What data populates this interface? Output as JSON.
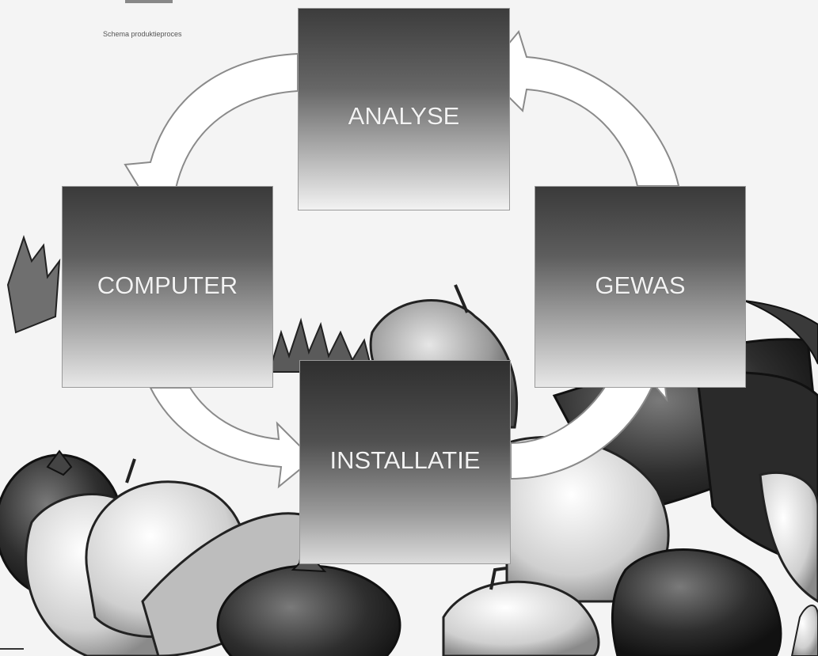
{
  "caption": "Schema produktieproces",
  "boxes": {
    "analyse": "ANALYSE",
    "computer": "COMPUTER",
    "gewas": "GEWAS",
    "installatie": "INSTALLATIE"
  },
  "icons": {
    "background": "vegetables-illustration",
    "arrows": [
      "arrow-analyse-to-computer",
      "arrow-computer-to-installatie",
      "arrow-installatie-to-gewas",
      "arrow-gewas-to-analyse"
    ]
  },
  "colors": {
    "box_dark": "#3c3c3c",
    "box_light": "#f2f2f2",
    "arrow_fill": "#ffffff",
    "arrow_stroke": "#8a8a8a"
  }
}
